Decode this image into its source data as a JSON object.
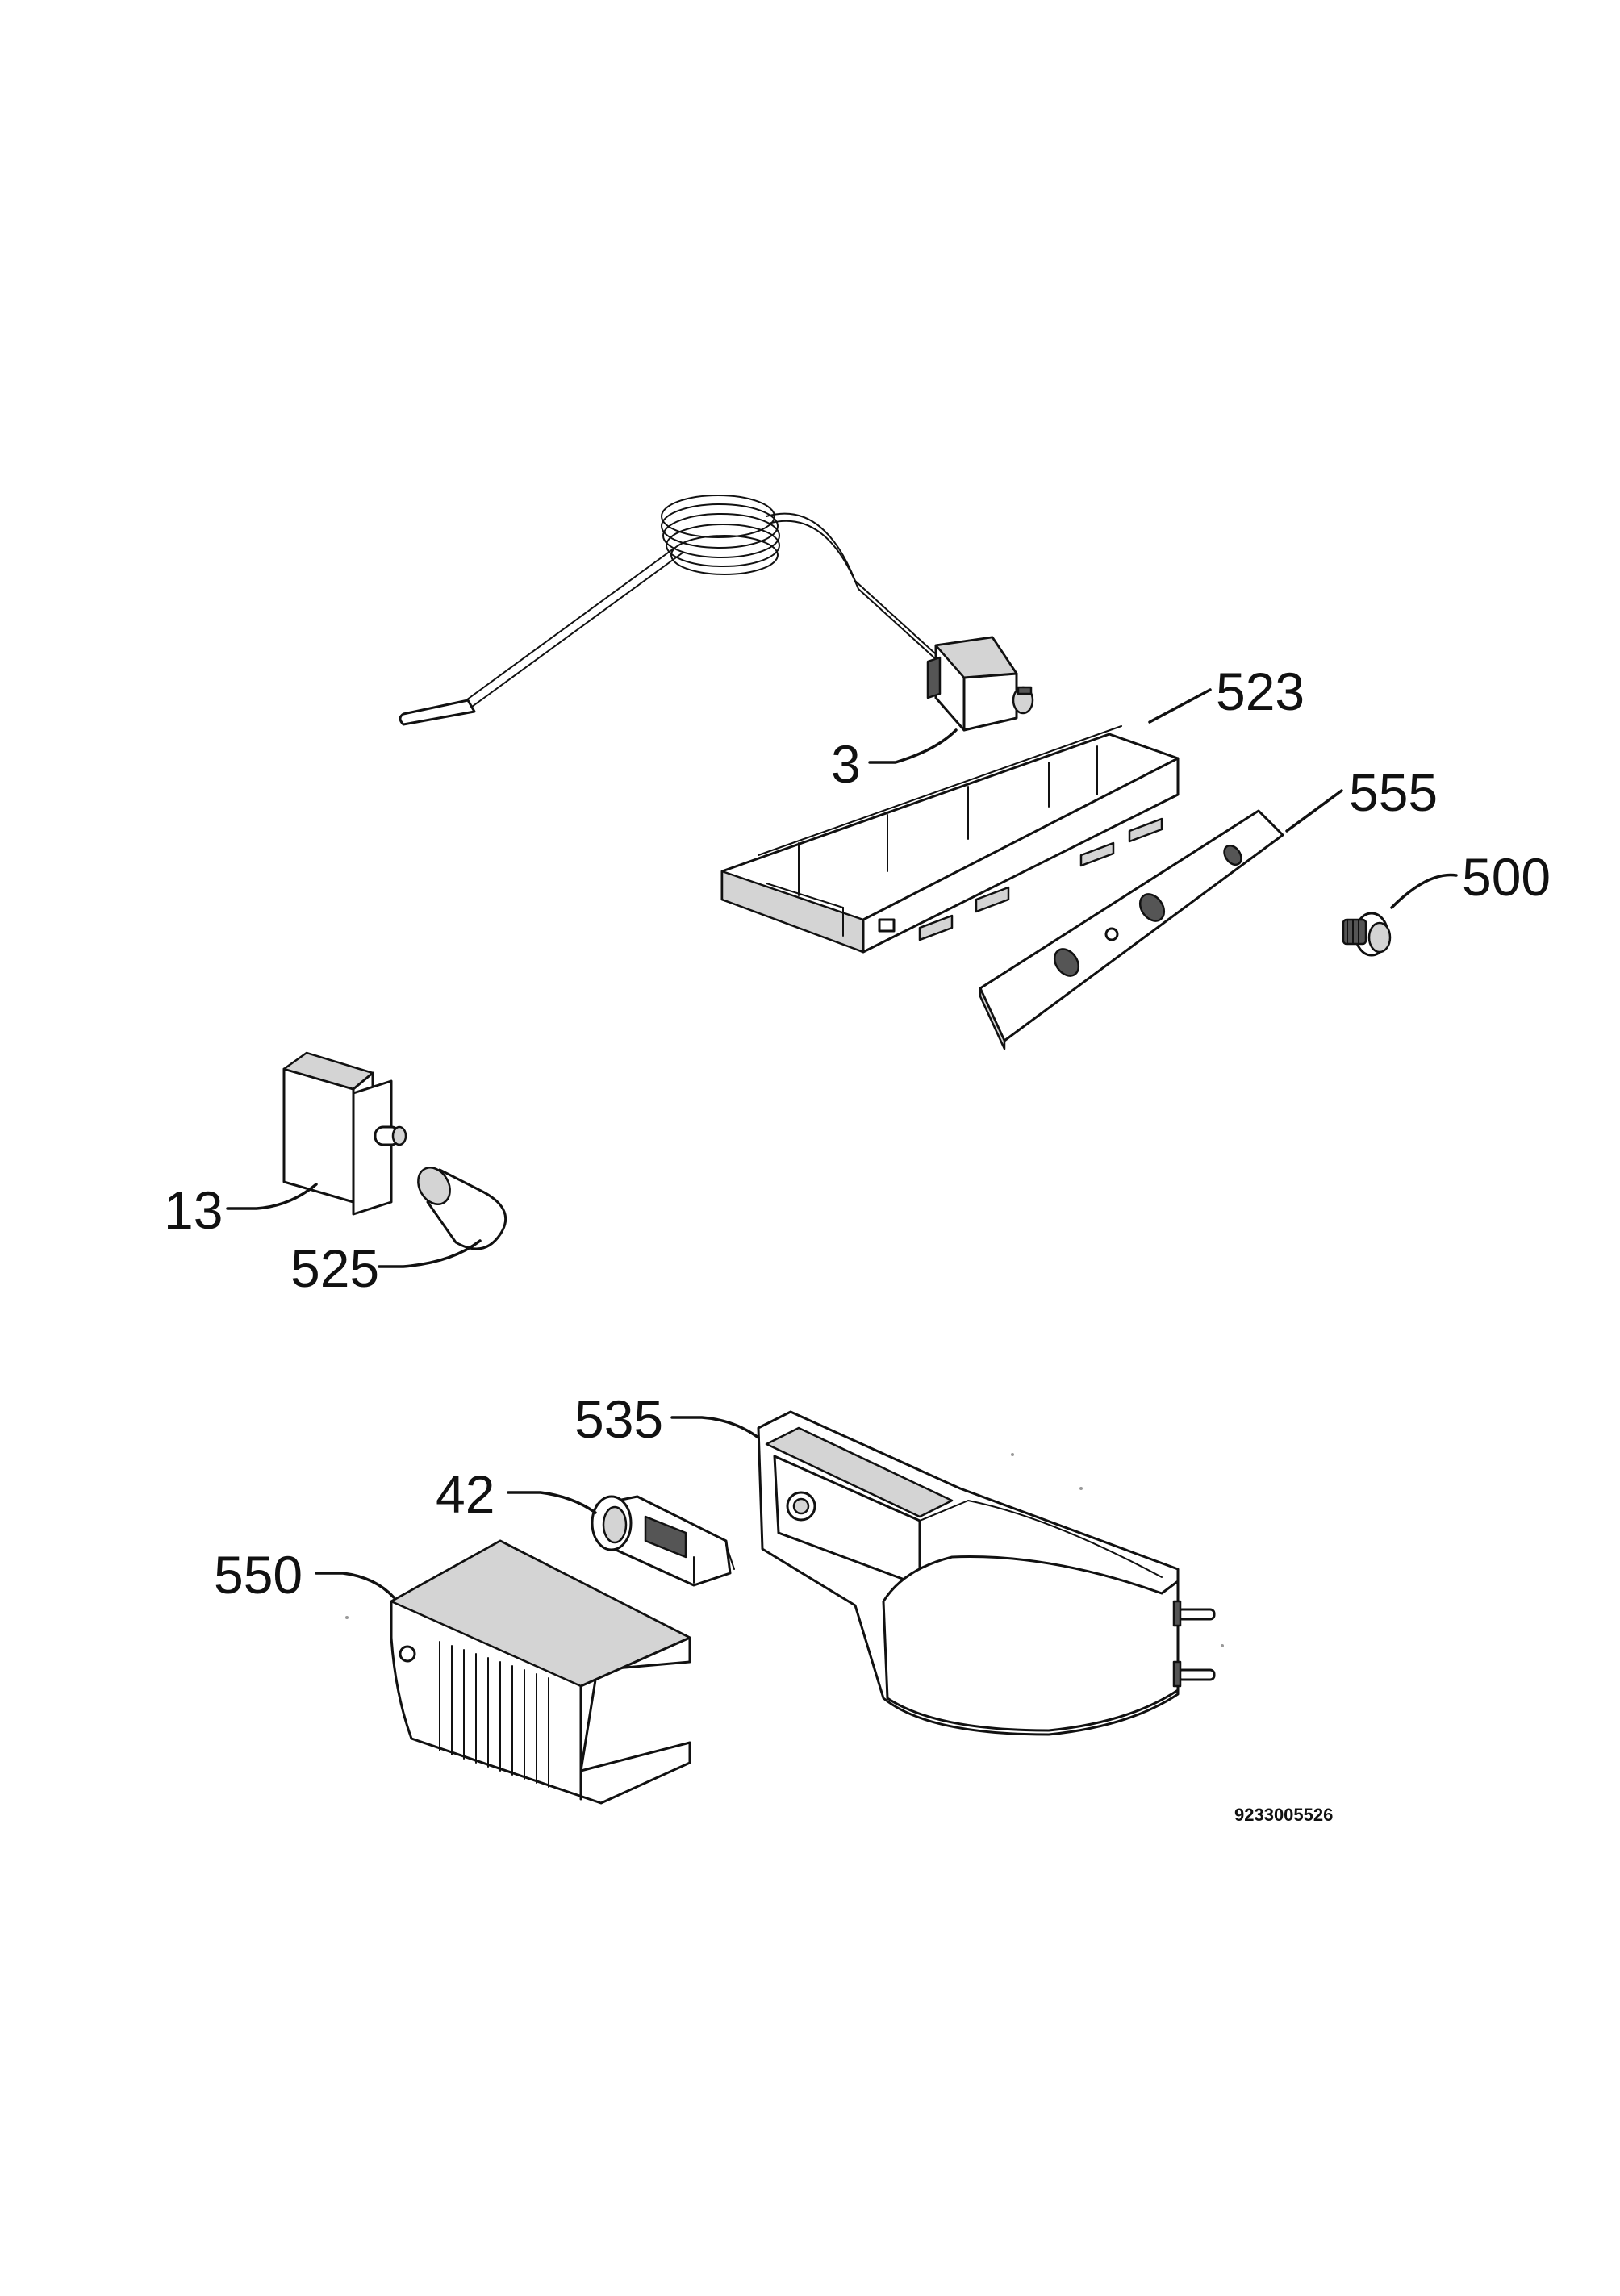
{
  "diagram": {
    "drawing_code": "9233005526",
    "callouts": [
      {
        "id": "3",
        "label": "3"
      },
      {
        "id": "13",
        "label": "13"
      },
      {
        "id": "42",
        "label": "42"
      },
      {
        "id": "500",
        "label": "500"
      },
      {
        "id": "523",
        "label": "523"
      },
      {
        "id": "525",
        "label": "525"
      },
      {
        "id": "535",
        "label": "535"
      },
      {
        "id": "550",
        "label": "550"
      },
      {
        "id": "555",
        "label": "555"
      }
    ],
    "parts": [
      {
        "ref": "3",
        "icon": "thermostat-with-capillary-icon"
      },
      {
        "ref": "523",
        "icon": "control-panel-housing-icon"
      },
      {
        "ref": "555",
        "icon": "panel-strip-icon"
      },
      {
        "ref": "500",
        "icon": "knob-icon"
      },
      {
        "ref": "13",
        "icon": "light-switch-icon"
      },
      {
        "ref": "525",
        "icon": "lamp-bulb-icon"
      },
      {
        "ref": "535",
        "icon": "lamp-housing-icon"
      },
      {
        "ref": "42",
        "icon": "lamp-socket-icon"
      },
      {
        "ref": "550",
        "icon": "lamp-cover-icon"
      }
    ]
  }
}
